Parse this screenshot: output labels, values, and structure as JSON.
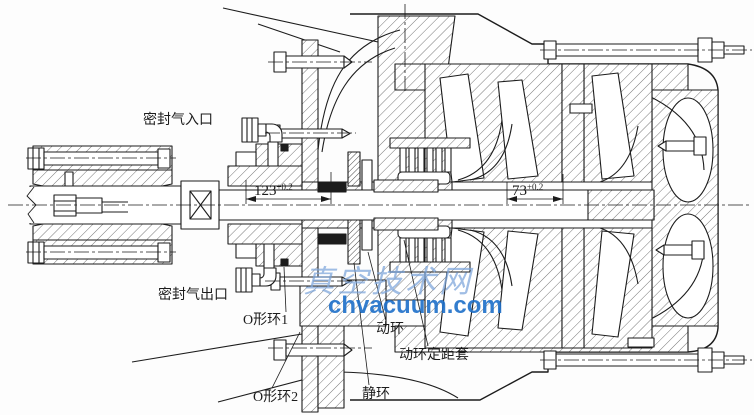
{
  "drawing": {
    "labels": {
      "seal_gas_inlet": "密封气入口",
      "seal_gas_outlet": "密封气出口",
      "o_ring_1": "O形环1",
      "o_ring_2": "O形环2",
      "moving_ring": "动环",
      "static_ring": "静环",
      "moving_ring_spacer": "动环定距套"
    },
    "dimensions": {
      "left": {
        "value": "123",
        "tolerance": "±0.2"
      },
      "right": {
        "value": "73",
        "tolerance": "±0.2"
      }
    },
    "watermark": {
      "line1": "真空技术网",
      "line2": "chvacuum.com",
      "color_line1": "#7ca5db",
      "color_line2": "#1d6fc9"
    },
    "colors": {
      "ink": "#1c1c1c",
      "background": "#fdfdfd"
    }
  }
}
